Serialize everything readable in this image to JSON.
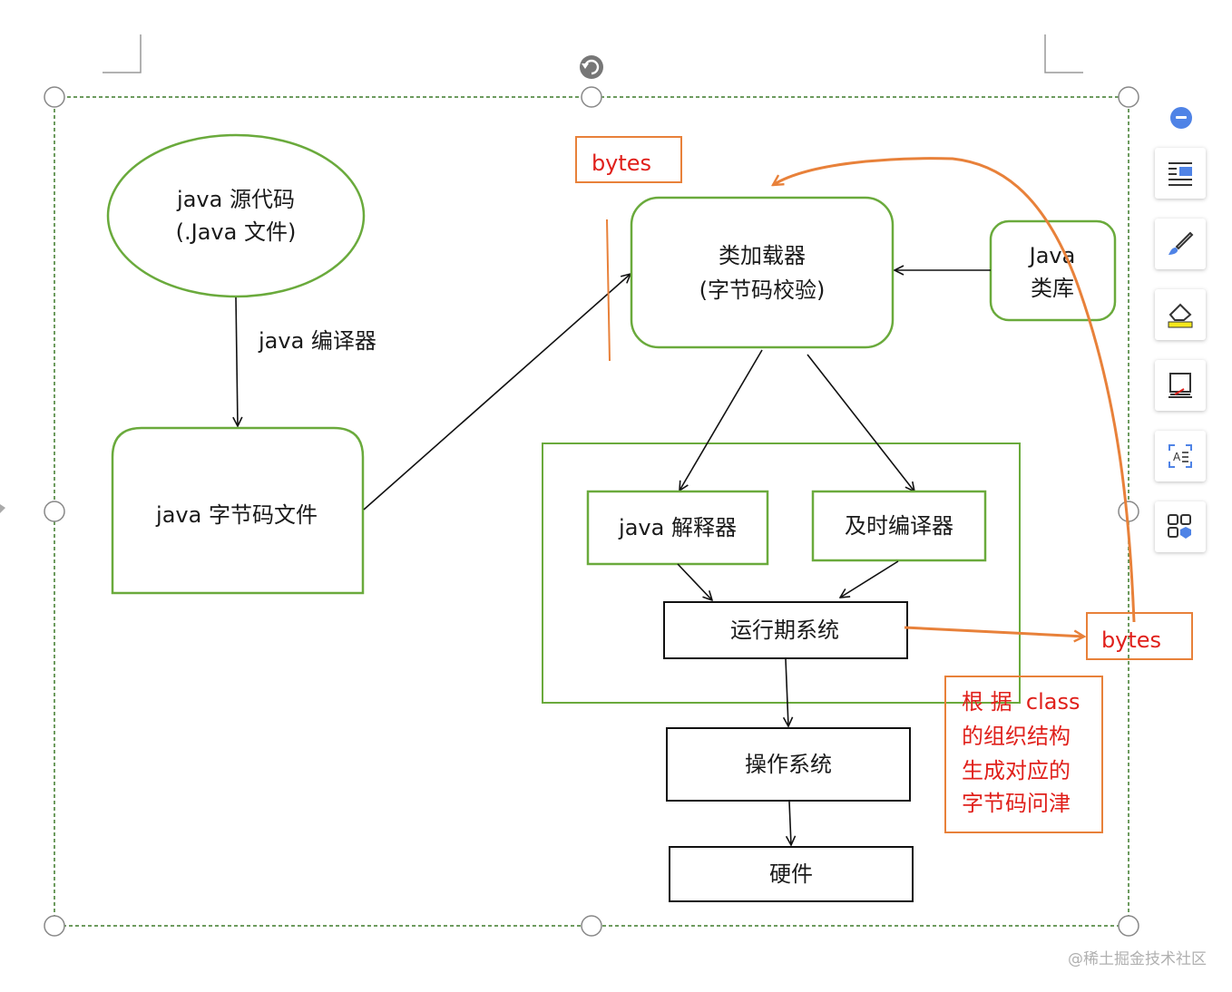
{
  "nodes": {
    "java_source": [
      "java 源代码",
      "(.Java 文件)"
    ],
    "compiler_label": "java 编译器",
    "bytecode_file": "java 字节码文件",
    "class_loader": [
      "类加载器",
      "(字节码校验)"
    ],
    "java_lib": [
      "Java",
      "类库"
    ],
    "interpreter": "java 解释器",
    "jit": "及时编译器",
    "runtime": "运行期系统",
    "os": "操作系统",
    "hardware": "硬件"
  },
  "annotations": {
    "bytes_top": "bytes",
    "bytes_right": "bytes",
    "note": [
      "根 据  class",
      "的组织结构",
      "生成对应的",
      "字节码问津"
    ]
  },
  "toolbar": [
    {
      "icon": "collapse-icon"
    },
    {
      "icon": "text-wrap-icon"
    },
    {
      "icon": "brush-icon"
    },
    {
      "icon": "fill-color-icon"
    },
    {
      "icon": "border-style-icon"
    },
    {
      "icon": "ocr-text-icon"
    },
    {
      "icon": "more-tools-icon"
    }
  ],
  "watermark": "@稀土掘金技术社区",
  "colors": {
    "green": "#6aaa3c",
    "orange": "#e8813a",
    "red": "#e0201b",
    "selection": "#3d7a2a",
    "accent": "#4f83e6"
  }
}
